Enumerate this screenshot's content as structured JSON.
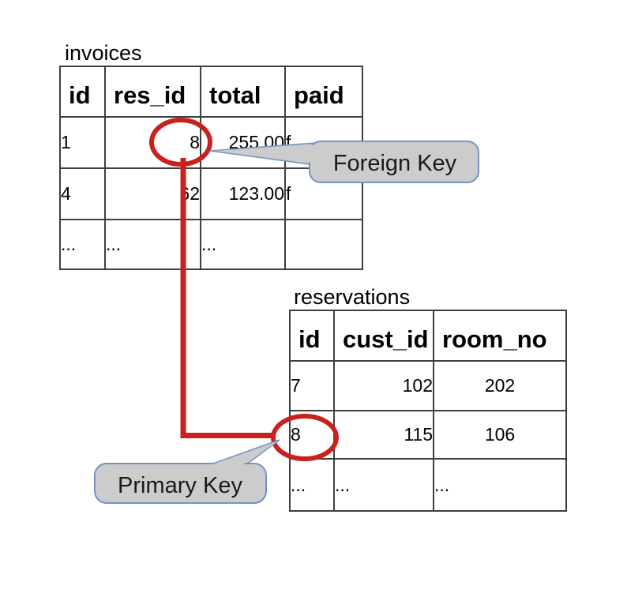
{
  "tables": {
    "invoices": {
      "title": "invoices",
      "headers": [
        "id",
        "res_id",
        "total",
        "paid"
      ],
      "rows": [
        [
          "1",
          "8",
          "255.00",
          "f"
        ],
        [
          "4",
          "62",
          "123.00",
          "f"
        ],
        [
          "...",
          "...",
          "...",
          ""
        ]
      ]
    },
    "reservations": {
      "title": "reservations",
      "headers": [
        "id",
        "cust_id",
        "room_no"
      ],
      "rows": [
        [
          "7",
          "102",
          "202"
        ],
        [
          "8",
          "115",
          "106"
        ],
        [
          "...",
          "...",
          "..."
        ]
      ]
    }
  },
  "callouts": {
    "foreign_key": {
      "label": "Foreign Key"
    },
    "primary_key": {
      "label": "Primary Key"
    }
  },
  "annotations": {
    "foreign_key_circled_value": "8",
    "primary_key_circled_value": "8"
  },
  "colors": {
    "annotation_red": "#c9211e",
    "callout_fill": "#cccccc",
    "callout_border": "#7493c5",
    "table_border": "#3f3f3f",
    "text": "#000000"
  }
}
